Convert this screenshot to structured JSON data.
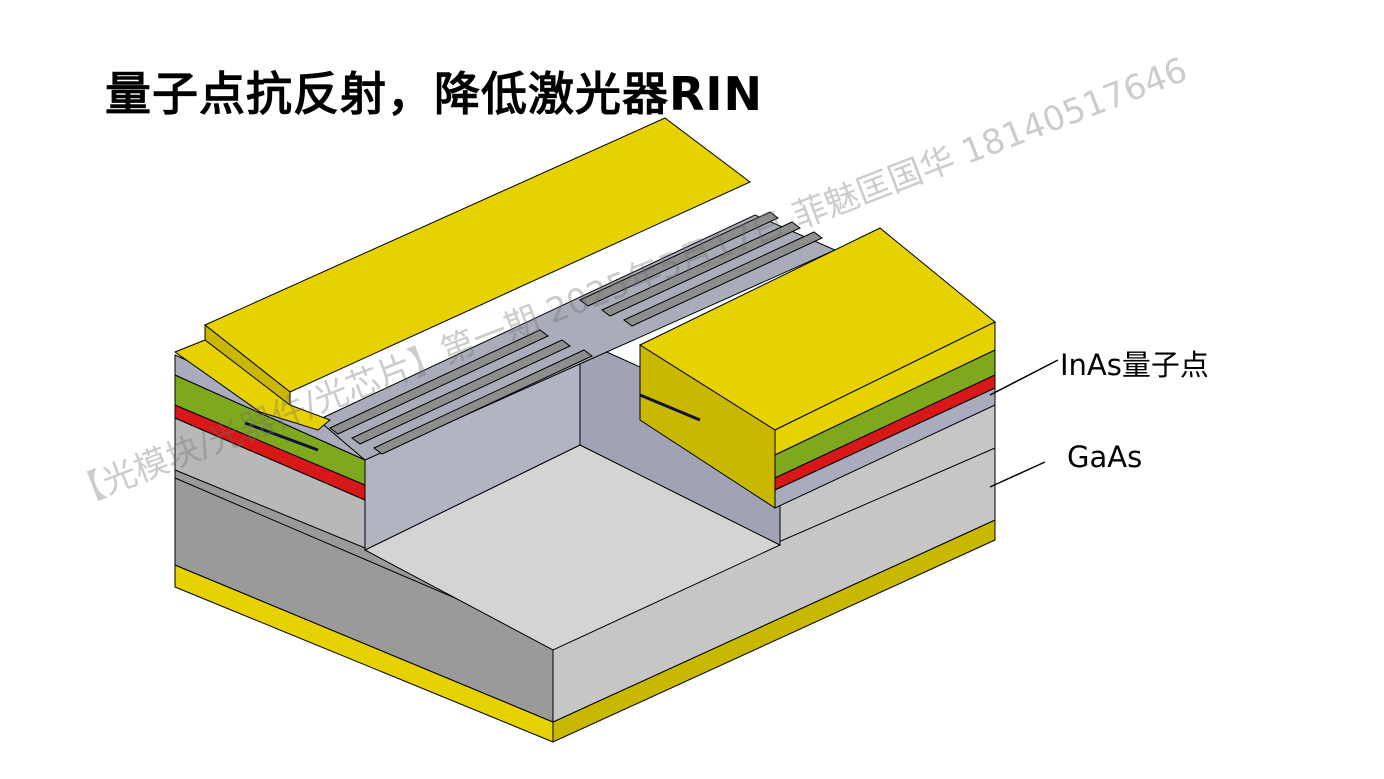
{
  "title": "量子点抗反射，降低激光器RIN",
  "labels": {
    "quantum_dot": "InAs量子点",
    "substrate": "GaAs"
  },
  "watermark": "【光模块/光器件/光芯片】第一期   2025年5月17日   菲魅匡国华 18140517646",
  "colors": {
    "gold": "#e6d200",
    "green": "#7ea81e",
    "red": "#d81818",
    "gaas": "#c6c6c6",
    "oxide": "#a8acbd"
  }
}
